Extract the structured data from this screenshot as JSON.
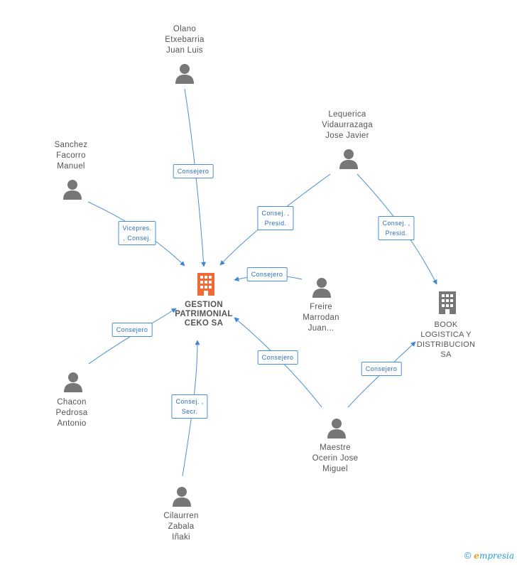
{
  "nodes": {
    "gestion": {
      "label": "GESTION\nPATRIMONIAL\nCEKO SA",
      "type": "company",
      "color": "#f06a35"
    },
    "book": {
      "label": "BOOK\nLOGISTICA Y\nDISTRIBUCION SA",
      "type": "company",
      "color": "#777777"
    },
    "olano": {
      "label": "Olano\nEtxebarria\nJuan Luis",
      "type": "person"
    },
    "lequerica": {
      "label": "Lequerica\nVidaurrazaga\nJose Javier",
      "type": "person"
    },
    "sanchez": {
      "label": "Sanchez\nFacorro\nManuel",
      "type": "person"
    },
    "freire": {
      "label": "Freire\nMarrodan\nJuan...",
      "type": "person"
    },
    "chacon": {
      "label": "Chacon\nPedrosa\nAntonio",
      "type": "person"
    },
    "maestre": {
      "label": "Maestre\nOcerin Jose\nMiguel",
      "type": "person"
    },
    "cilaurren": {
      "label": "Cilaurren\nZabala\nIñaki",
      "type": "person"
    }
  },
  "edges": {
    "olano_gestion": "Consejero",
    "sanchez_gestion": "Vicepres.\n, Consej.",
    "lequerica_gestion": "Consej. ,\nPresid.",
    "lequerica_book": "Consej. ,\nPresid.",
    "freire_gestion": "Consejero",
    "chacon_gestion": "Consejero",
    "cilaurren_gestion": "Consej. ,\nSecr.",
    "maestre_gestion": "Consejero",
    "maestre_book": "Consejero"
  },
  "colors": {
    "edge": "#4a8fd6",
    "person_icon": "#777777"
  },
  "footer": {
    "copyright": "©",
    "brand_first": "e",
    "brand_rest": "mpresia"
  }
}
